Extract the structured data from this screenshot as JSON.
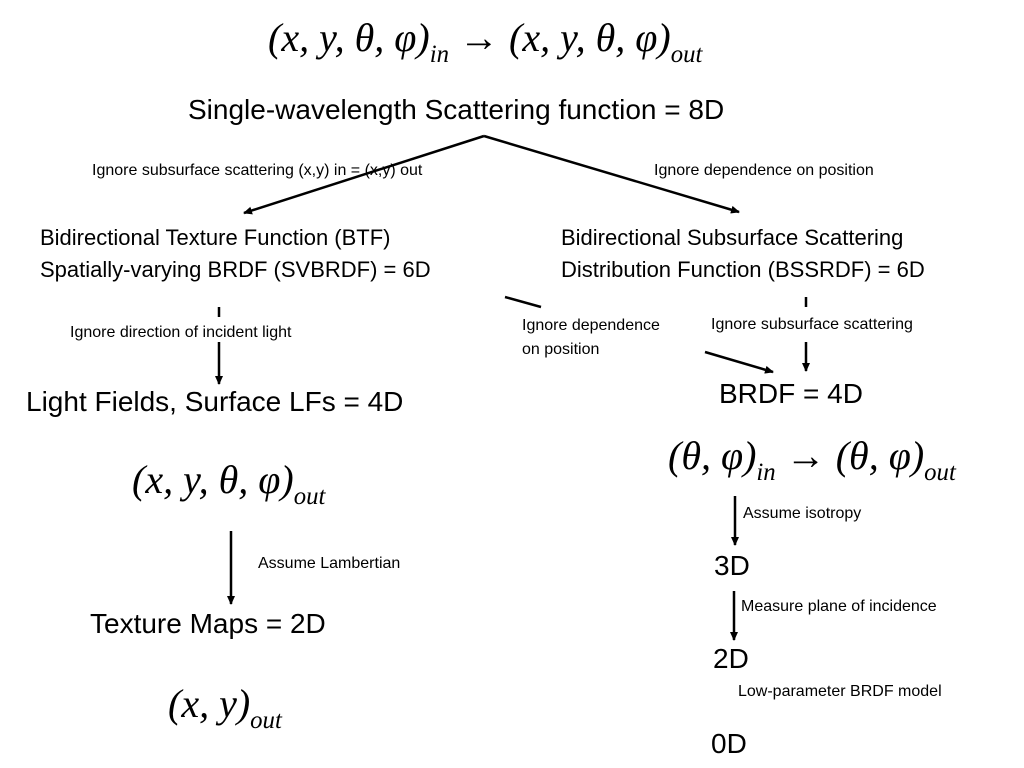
{
  "equations": {
    "top": {
      "lhs": "(x, y, θ, φ)",
      "lhs_sub": "in",
      "arrow": "→",
      "rhs": "(x, y, θ, φ)",
      "rhs_sub": "out"
    },
    "light_fields": {
      "expr": "(x, y, θ, φ)",
      "sub": "out"
    },
    "brdf": {
      "lhs": "(θ, φ)",
      "lhs_sub": "in",
      "arrow": "→",
      "rhs": "(θ, φ)",
      "rhs_sub": "out"
    },
    "texture": {
      "expr": "(x, y)",
      "sub": "out"
    }
  },
  "nodes": {
    "scattering": "Single-wavelength Scattering function = 8D",
    "btf_line1": "Bidirectional Texture Function (BTF)",
    "btf_line2": "Spatially-varying BRDF (SVBRDF)  = 6D",
    "bssrdf_line1": "Bidirectional Subsurface Scattering",
    "bssrdf_line2": "Distribution Function (BSSRDF) = 6D",
    "light_fields": "Light Fields, Surface LFs = 4D",
    "brdf": "BRDF = 4D",
    "texture_maps": "Texture Maps = 2D",
    "d3": "3D",
    "d2": "2D",
    "d0": "0D"
  },
  "edges": {
    "ignore_subsurface_xy": "Ignore subsurface scattering (x,y) in = (x,y) out",
    "ignore_position_top": "Ignore dependence on position",
    "ignore_direction": "Ignore direction of incident light",
    "ignore_position_line1": "Ignore dependence",
    "ignore_position_line2": "on position",
    "ignore_subsurface": "Ignore subsurface scattering",
    "assume_lambertian": "Assume Lambertian",
    "assume_isotropy": "Assume isotropy",
    "measure_plane": "Measure plane of incidence",
    "low_param": "Low-parameter BRDF model"
  }
}
